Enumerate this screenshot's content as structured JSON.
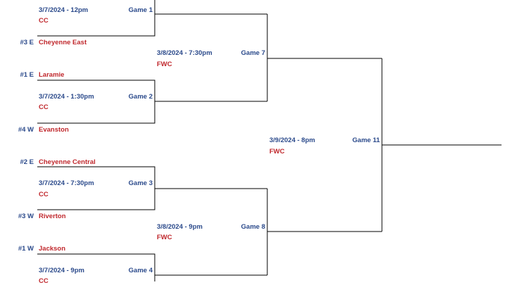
{
  "bracket": {
    "round1": [
      {
        "date": "3/7/2024 - 12pm",
        "game": "Game 1",
        "venue": "CC",
        "bottom_seed": "#3 E",
        "bottom_team": "Cheyenne East"
      },
      {
        "top_seed": "#1 E",
        "top_team": "Laramie",
        "date": "3/7/2024 - 1:30pm",
        "game": "Game 2",
        "venue": "CC",
        "bottom_seed": "#4 W",
        "bottom_team": "Evanston"
      },
      {
        "top_seed": "#2 E",
        "top_team": "Cheyenne Central",
        "date": "3/7/2024 - 7:30pm",
        "game": "Game 3",
        "venue": "CC",
        "bottom_seed": "#3 W",
        "bottom_team": "Riverton"
      },
      {
        "top_seed": "#1 W",
        "top_team": "Jackson",
        "date": "3/7/2024 - 9pm",
        "game": "Game 4",
        "venue": "CC"
      }
    ],
    "round2": [
      {
        "date": "3/8/2024 - 7:30pm",
        "game": "Game 7",
        "venue": "FWC"
      },
      {
        "date": "3/8/2024 - 9pm",
        "game": "Game 8",
        "venue": "FWC"
      }
    ],
    "final": {
      "date": "3/9/2024 - 8pm",
      "game": "Game 11",
      "venue": "FWC"
    }
  },
  "colors": {
    "label_blue": "#2b4a8b",
    "team_red": "#c0282d",
    "line": "#000000"
  }
}
